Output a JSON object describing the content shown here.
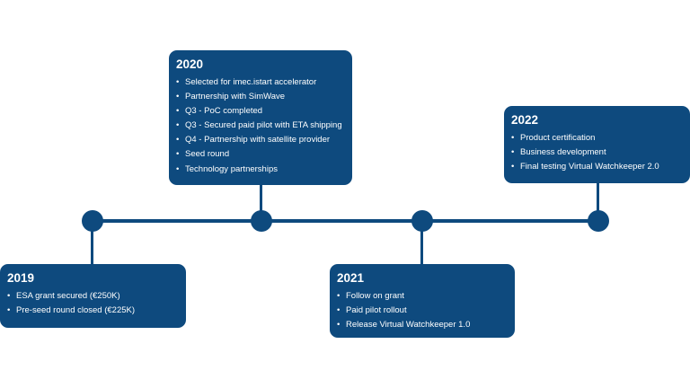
{
  "theme": {
    "accent": "#0e4a7e",
    "text_on_accent": "#ffffff",
    "background": "#ffffff"
  },
  "timeline": {
    "milestones": [
      {
        "year": "2019",
        "items": [
          "ESA grant secured (€250K)",
          "Pre-seed round closed (€225K)"
        ]
      },
      {
        "year": "2020",
        "items": [
          "Selected for imec.istart accelerator",
          "Partnership with SimWave",
          "Q3 - PoC completed",
          "Q3 - Secured paid pilot with ETA shipping",
          "Q4 - Partnership with satellite provider",
          "Seed round",
          "Technology partnerships"
        ]
      },
      {
        "year": "2021",
        "items": [
          "Follow on grant",
          "Paid pilot rollout",
          "Release Virtual Watchkeeper 1.0"
        ]
      },
      {
        "year": "2022",
        "items": [
          "Product certification",
          "Business development",
          "Final testing Virtual Watchkeeper 2.0"
        ]
      }
    ]
  }
}
